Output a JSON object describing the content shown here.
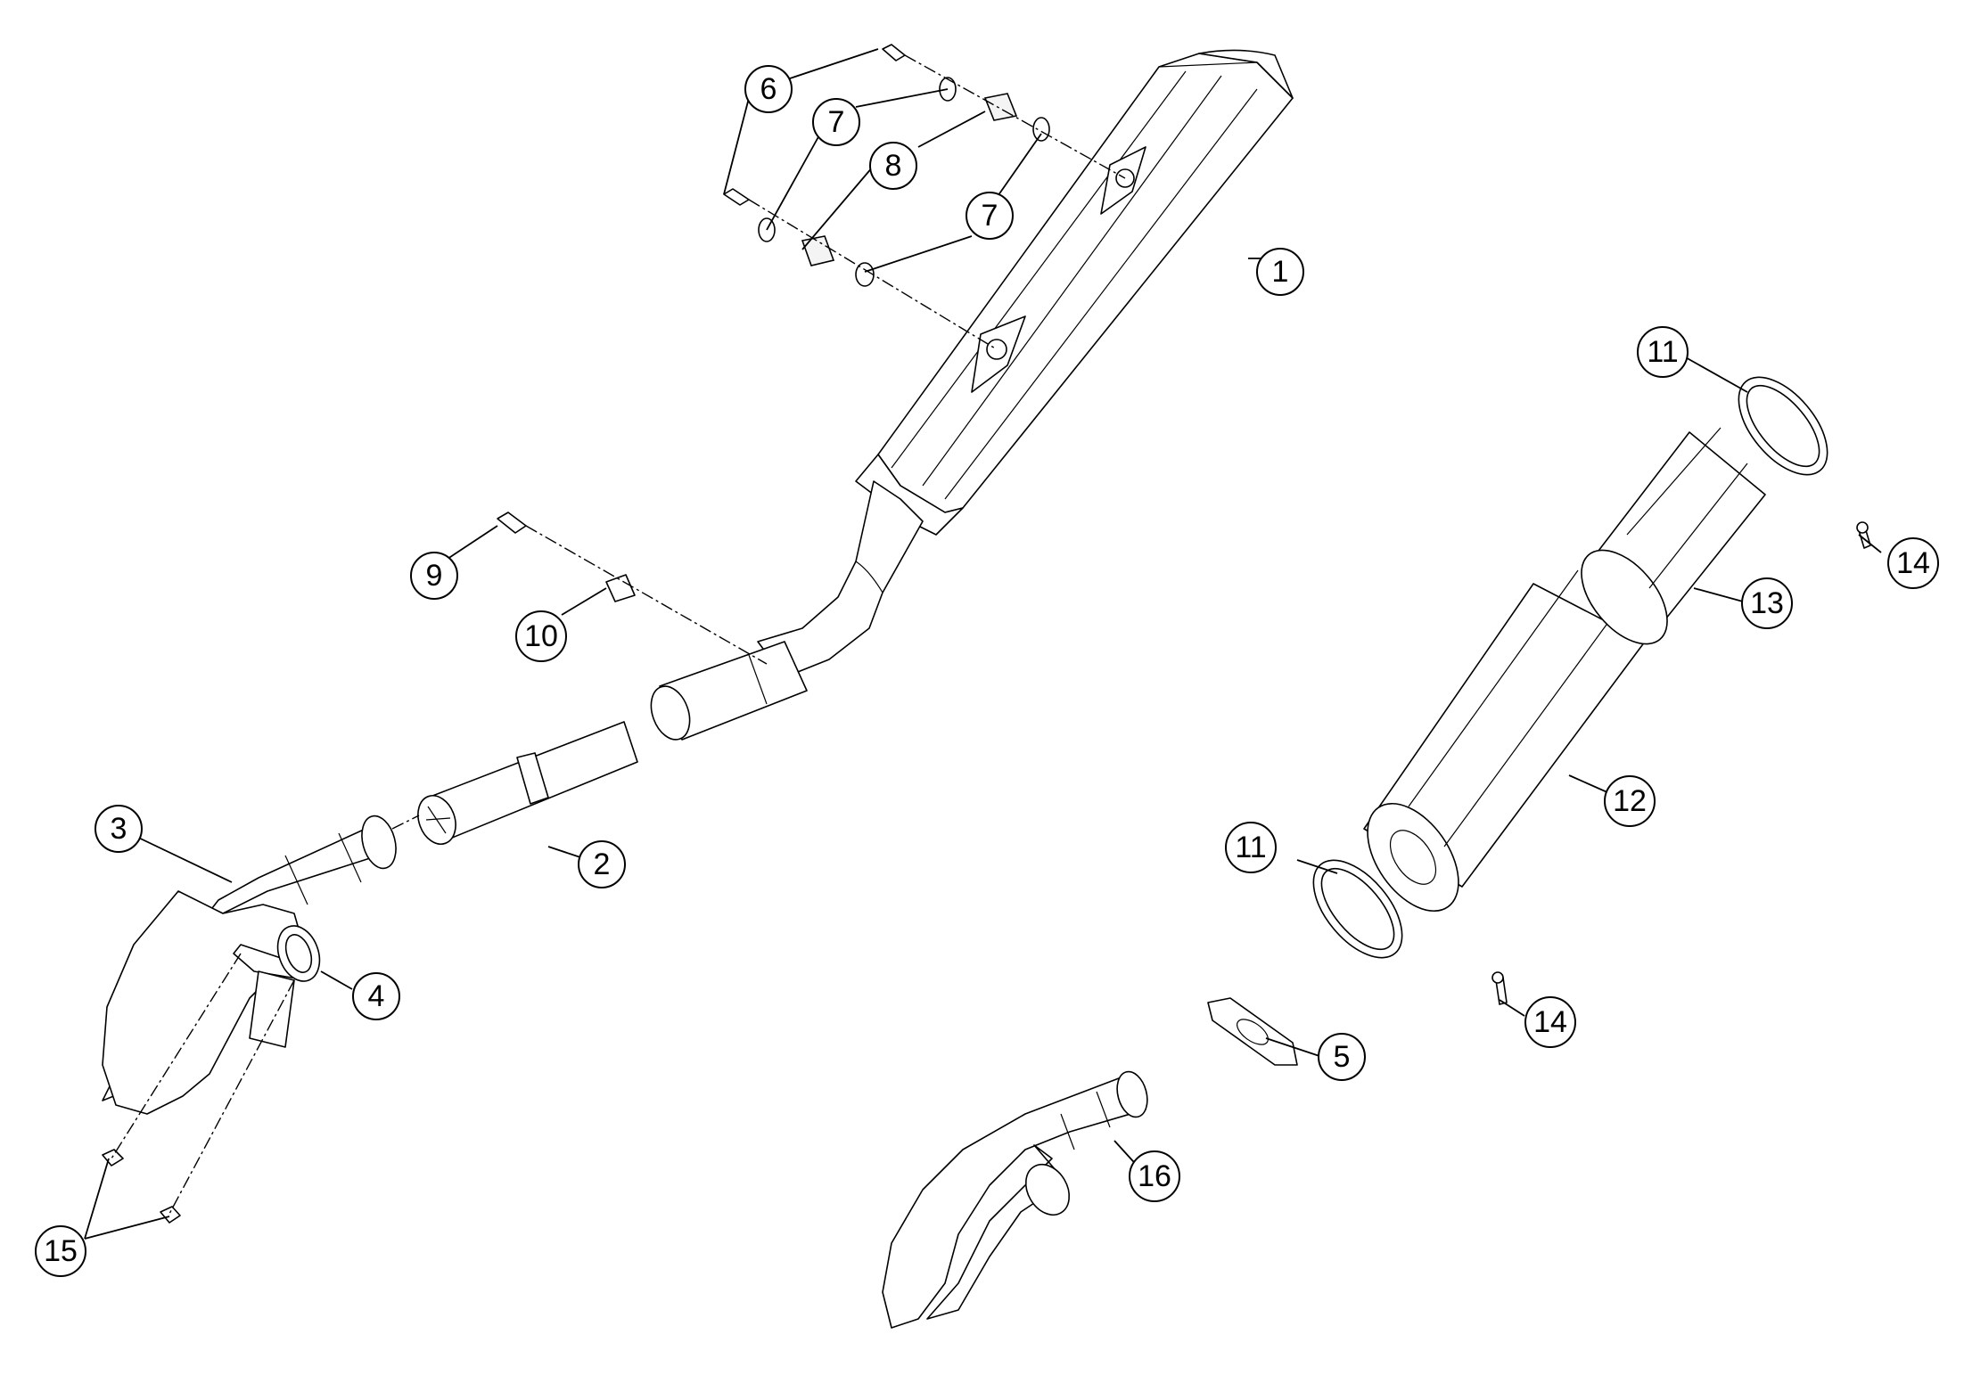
{
  "callouts": [
    {
      "id": "c1",
      "label": "1"
    },
    {
      "id": "c2",
      "label": "2"
    },
    {
      "id": "c3",
      "label": "3"
    },
    {
      "id": "c4",
      "label": "4"
    },
    {
      "id": "c5",
      "label": "5"
    },
    {
      "id": "c6",
      "label": "6"
    },
    {
      "id": "c7a",
      "label": "7"
    },
    {
      "id": "c7b",
      "label": "7"
    },
    {
      "id": "c8",
      "label": "8"
    },
    {
      "id": "c9",
      "label": "9"
    },
    {
      "id": "c10",
      "label": "10"
    },
    {
      "id": "c11a",
      "label": "11"
    },
    {
      "id": "c11b",
      "label": "11"
    },
    {
      "id": "c12",
      "label": "12"
    },
    {
      "id": "c13",
      "label": "13"
    },
    {
      "id": "c14a",
      "label": "14"
    },
    {
      "id": "c14b",
      "label": "14"
    },
    {
      "id": "c15",
      "label": "15"
    },
    {
      "id": "c16",
      "label": "16"
    }
  ]
}
